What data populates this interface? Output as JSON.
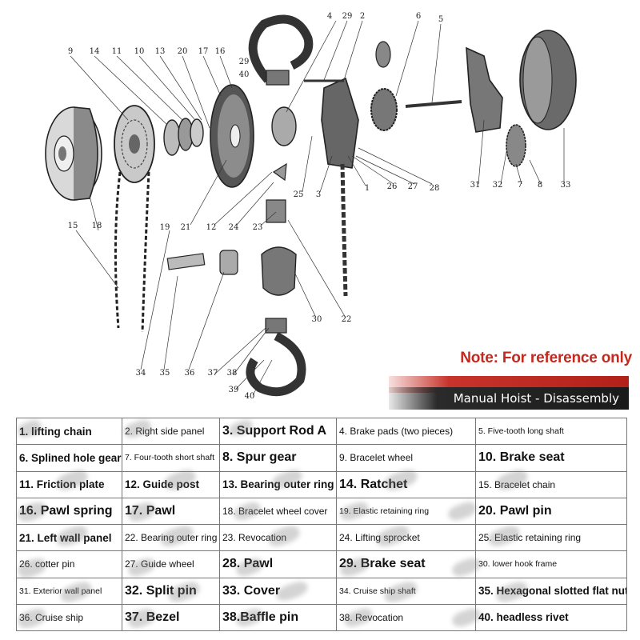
{
  "diagram": {
    "callouts": [
      {
        "num": "9"
      },
      {
        "num": "14"
      },
      {
        "num": "11"
      },
      {
        "num": "10"
      },
      {
        "num": "13"
      },
      {
        "num": "20"
      },
      {
        "num": "17"
      },
      {
        "num": "16"
      },
      {
        "num": "29"
      },
      {
        "num": "40"
      },
      {
        "num": "4"
      },
      {
        "num": "29"
      },
      {
        "num": "2"
      },
      {
        "num": "6"
      },
      {
        "num": "5"
      },
      {
        "num": "15"
      },
      {
        "num": "18"
      },
      {
        "num": "19"
      },
      {
        "num": "21"
      },
      {
        "num": "12"
      },
      {
        "num": "24"
      },
      {
        "num": "23"
      },
      {
        "num": "25"
      },
      {
        "num": "3"
      },
      {
        "num": "1"
      },
      {
        "num": "26"
      },
      {
        "num": "27"
      },
      {
        "num": "28"
      },
      {
        "num": "31"
      },
      {
        "num": "32"
      },
      {
        "num": "7"
      },
      {
        "num": "8"
      },
      {
        "num": "33"
      },
      {
        "num": "30"
      },
      {
        "num": "22"
      },
      {
        "num": "34"
      },
      {
        "num": "35"
      },
      {
        "num": "36"
      },
      {
        "num": "37"
      },
      {
        "num": "38"
      },
      {
        "num": "39"
      },
      {
        "num": "40"
      }
    ]
  },
  "note": "Note: For reference only",
  "banner_title": "Manual Hoist - Disassembly Comparison",
  "parts_table": {
    "rows": [
      [
        {
          "text": "1. lifting chain",
          "size": 3
        },
        {
          "text": "2. Right side panel",
          "size": 2
        },
        {
          "text": "3. Support Rod A",
          "size": 4
        },
        {
          "text": "4. Brake pads (two pieces)",
          "size": 2
        },
        {
          "text": "5. Five-tooth long shaft",
          "size": 1
        }
      ],
      [
        {
          "text": "6. Splined hole gear",
          "size": 3
        },
        {
          "text": "7. Four-tooth short shaft",
          "size": 1
        },
        {
          "text": "8. Spur gear",
          "size": 4
        },
        {
          "text": "9. Bracelet wheel",
          "size": 2
        },
        {
          "text": "10. Brake seat",
          "size": 4
        }
      ],
      [
        {
          "text": "11. Friction plate",
          "size": 3
        },
        {
          "text": "12. Guide post",
          "size": 3
        },
        {
          "text": "13. Bearing outer ring",
          "size": 3
        },
        {
          "text": "14. Ratchet",
          "size": 4
        },
        {
          "text": "15. Bracelet chain",
          "size": 2
        }
      ],
      [
        {
          "text": "16. Pawl spring",
          "size": 4
        },
        {
          "text": "17. Pawl",
          "size": 4
        },
        {
          "text": "18. Bracelet wheel cover",
          "size": 2
        },
        {
          "text": "19. Elastic retaining ring",
          "size": 1
        },
        {
          "text": "20. Pawl pin",
          "size": 4
        }
      ],
      [
        {
          "text": "21. Left wall panel",
          "size": 3
        },
        {
          "text": "22. Bearing outer ring",
          "size": 2
        },
        {
          "text": "23. Revocation",
          "size": 2
        },
        {
          "text": "24. Lifting sprocket",
          "size": 2
        },
        {
          "text": "25. Elastic retaining ring",
          "size": 2
        }
      ],
      [
        {
          "text": "26. cotter pin",
          "size": 2
        },
        {
          "text": "27. Guide wheel",
          "size": 2
        },
        {
          "text": "28. Pawl",
          "size": 4
        },
        {
          "text": "29. Brake seat",
          "size": 4
        },
        {
          "text": "30. lower hook frame",
          "size": 1
        }
      ],
      [
        {
          "text": "31. Exterior wall panel",
          "size": 1
        },
        {
          "text": "32. Split pin",
          "size": 4
        },
        {
          "text": "33. Cover",
          "size": 4
        },
        {
          "text": "34. Cruise ship shaft",
          "size": 1
        },
        {
          "text": "35. Hexagonal slotted flat nut",
          "size": 3
        }
      ],
      [
        {
          "text": "36. Cruise ship",
          "size": 2
        },
        {
          "text": "37. Bezel",
          "size": 4
        },
        {
          "text": "38.Baffle pin",
          "size": 4
        },
        {
          "text": "38. Revocation",
          "size": 2
        },
        {
          "text": "40. headless rivet",
          "size": 3
        }
      ]
    ]
  }
}
